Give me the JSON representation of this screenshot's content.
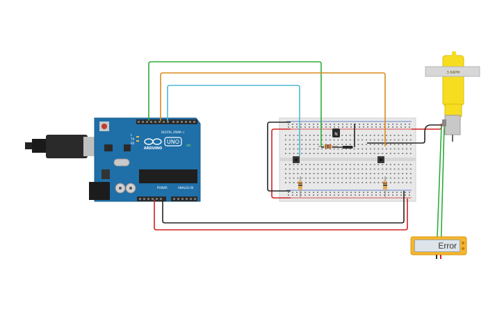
{
  "canvas": {
    "background": "#ffffff"
  },
  "arduino": {
    "brand": "ARDUINO",
    "model": "UNO",
    "digital_header": "DIGITAL (PWM~)",
    "power_header": "POWER",
    "analog_header": "ANALOG IN",
    "tx": "TX",
    "rx": "RX",
    "l": "L",
    "on": "ON",
    "board_color": "#1f6fa8"
  },
  "motor": {
    "label": "3 6RPM"
  },
  "multimeter": {
    "readout": "Error",
    "body_color": "#f5b52e"
  },
  "transistor": {
    "label": "N"
  },
  "wires": {
    "green": "#2eaa3a",
    "orange": "#d98a1c",
    "cyan": "#4fb8d0",
    "red": "#d11f1f",
    "black": "#222222"
  }
}
